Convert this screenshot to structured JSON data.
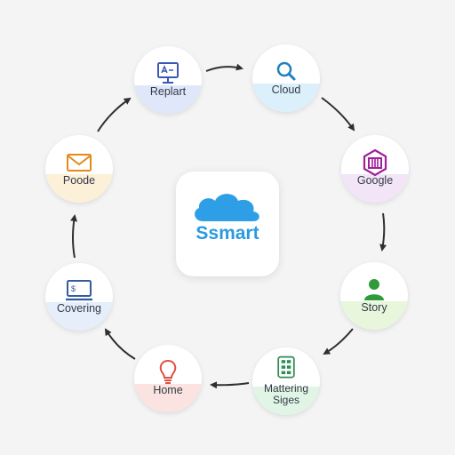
{
  "center": {
    "title": "Ssmart",
    "title_color": "#2a9be0",
    "icon": "cloud-icon",
    "icon_color": "#2e9fe6"
  },
  "nodes": [
    {
      "id": "replart",
      "label": "Replart",
      "icon": "monitor-icon",
      "color": "#c9d4f5",
      "icon_color": "#3b57b8"
    },
    {
      "id": "cloud",
      "label": "Cloud",
      "icon": "search-icon",
      "color": "#bfe4f7",
      "icon_color": "#1f7fc0"
    },
    {
      "id": "google",
      "label": "Google",
      "icon": "box-icon",
      "color": "#ead0f3",
      "icon_color": "#a01f9a"
    },
    {
      "id": "story",
      "label": "Story",
      "icon": "person-icon",
      "color": "#d5eec0",
      "icon_color": "#2f9a3a"
    },
    {
      "id": "mattering",
      "label": "Mattering\nSiges",
      "icon": "calculator-icon",
      "color": "#c8ecd2",
      "icon_color": "#2d8f55"
    },
    {
      "id": "home",
      "label": "Home",
      "icon": "lightbulb-icon",
      "color": "#f8ccc9",
      "icon_color": "#de5140"
    },
    {
      "id": "covering",
      "label": "Covering",
      "icon": "laptop-icon",
      "color": "#cfe0f5",
      "icon_color": "#355b9f"
    },
    {
      "id": "poode",
      "label": "Poode",
      "icon": "envelope-icon",
      "color": "#fbe3b9",
      "icon_color": "#e48a16"
    }
  ],
  "flow_order": [
    "replart",
    "cloud",
    "google",
    "story",
    "mattering",
    "home",
    "covering",
    "poode",
    "replart"
  ],
  "arrow_color": "#2f2f2f"
}
